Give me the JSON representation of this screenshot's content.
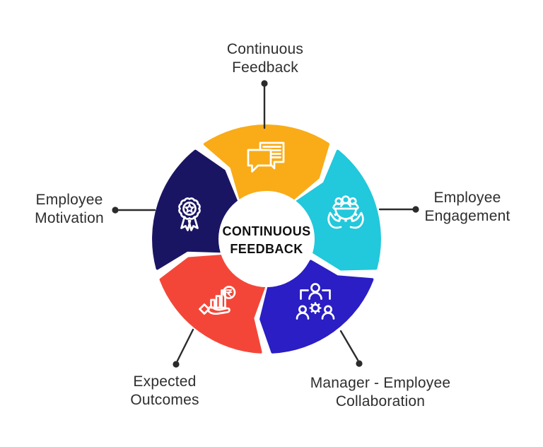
{
  "center": {
    "line1": "CONTINUOUS",
    "line2": "FEEDBACK",
    "text_color": "#101010",
    "circle_color": "#ffffff"
  },
  "connector_color": "#2b2b2b",
  "label_color": "#2e2e2e",
  "segments": [
    {
      "name": "continuous-feedback",
      "color": "#F9AC18",
      "icon": "chat-bubbles-icon",
      "label_lines": [
        "Continuous",
        "Feedback"
      ]
    },
    {
      "name": "employee-engagement",
      "color": "#22C8DB",
      "icon": "hands-holding-team-icon",
      "label_lines": [
        "Employee",
        "Engagement"
      ]
    },
    {
      "name": "manager-employee-collaboration",
      "color": "#2A1EC4",
      "icon": "team-gear-icon",
      "label_lines": [
        "Manager - Employee",
        "Collaboration"
      ]
    },
    {
      "name": "expected-outcomes",
      "color": "#F44638",
      "icon": "hand-growth-chart-icon",
      "label_lines": [
        "Expected",
        "Outcomes"
      ]
    },
    {
      "name": "employee-motivation",
      "color": "#1A1563",
      "icon": "award-medal-icon",
      "label_lines": [
        "Employee",
        "Motivation"
      ]
    }
  ]
}
